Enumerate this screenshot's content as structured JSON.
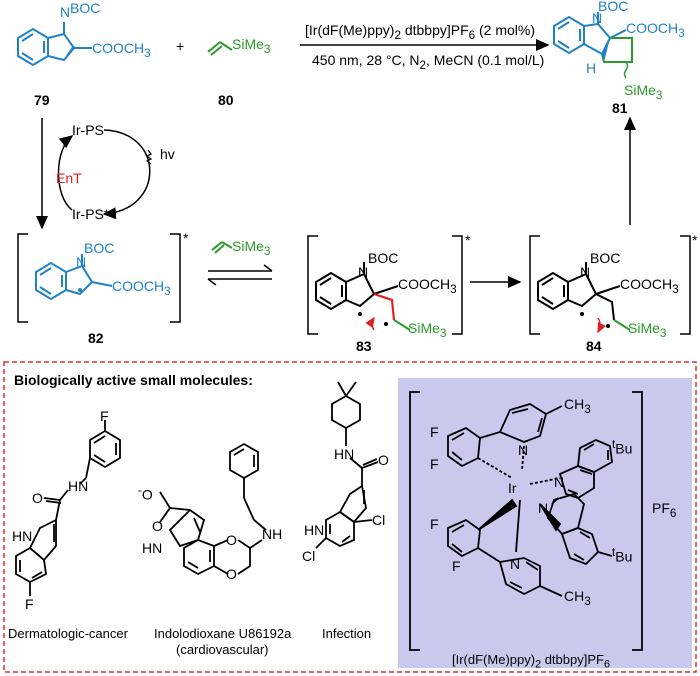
{
  "reaction": {
    "catalyst": "[Ir(dF(Me)ppy)",
    "catalyst_sub": "2",
    "catalyst_tail": " dtbbpy]PF",
    "catalyst_sub2": "6",
    "catalyst_load": " (2 mol%)",
    "conditions": "450 nm, 28 °C, N",
    "conditions_sub": "2",
    "conditions_tail": ", MeCN (0.1 mol/L)"
  },
  "compounds": {
    "c79": "79",
    "c80": "80",
    "c81": "81",
    "c82": "82",
    "c83": "83",
    "c84": "84"
  },
  "groups": {
    "boc": "BOC",
    "ester": "COOCH",
    "ester_sub": "3",
    "sime3": "SiMe",
    "sime3_sub": "3",
    "n": "N",
    "h": "H",
    "star": "*"
  },
  "cycle": {
    "ir_ps": "Ir-PS",
    "ir_ps_star": "Ir-PS*",
    "hv": "hv",
    "ent": "EnT"
  },
  "bio": {
    "title": "Biologically active small molecules:",
    "cap1": "Dermatologic-cancer",
    "cap2a": "Indolodioxane U86192a",
    "cap2b": "(cardiovascular)",
    "cap3": "Infection",
    "cap4a": "[Ir(dF(Me)ppy)",
    "cap4sub": "2",
    "cap4b": " dtbbpy]PF",
    "cap4sub2": "6",
    "pf6": "PF",
    "pf6_sub": "6",
    "ir": "Ir",
    "f": "F",
    "cl": "Cl",
    "hn": "HN",
    "h_n": "H",
    "o": "O",
    "ominus": "O",
    "nh": "NH",
    "ch3": "CH",
    "ch3_sub": "3",
    "tbu": "Bu",
    "t": "t"
  },
  "colors": {
    "blue": "#1f82c8",
    "green": "#2a9a2a",
    "red": "#e02020",
    "panel": "#c9c9ee",
    "dash": "#e03030"
  }
}
